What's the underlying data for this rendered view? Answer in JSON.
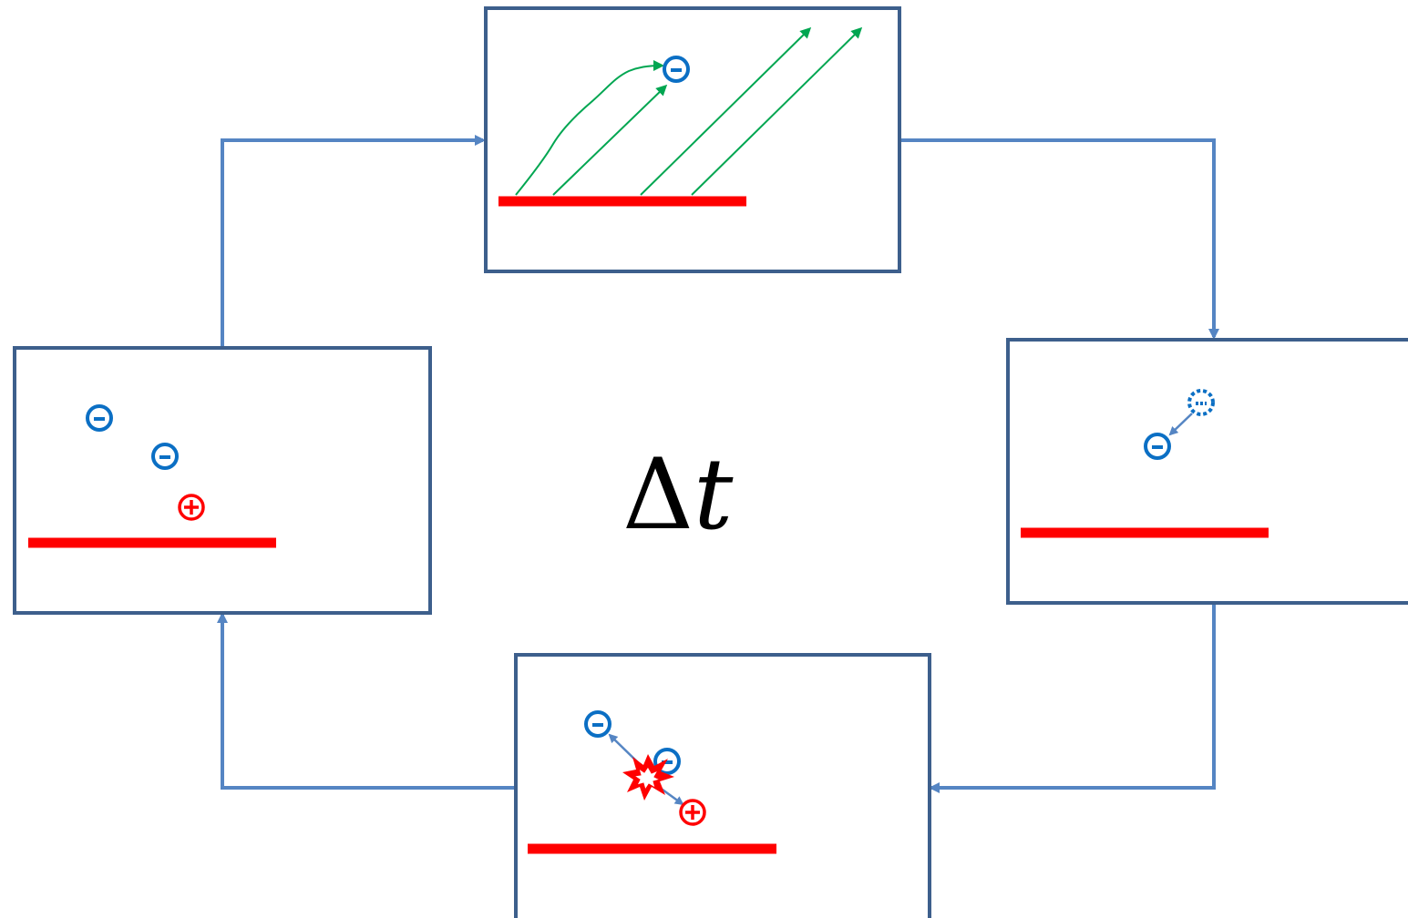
{
  "center_label": {
    "delta": "Δ",
    "variable": "t"
  },
  "colors": {
    "panel_border": "#3d5f8c",
    "connector": "#5585c3",
    "cathode": "#ff0000",
    "electron": "#0b6fc4",
    "ion": "#ff0000",
    "trajectory": "#00a651",
    "spark": "#ff0000"
  },
  "panels": [
    {
      "id": "emission",
      "content": [
        "cathode",
        "electron",
        "emission-trajectories"
      ]
    },
    {
      "id": "collision",
      "content": [
        "cathode",
        "electron",
        "virtual-electron"
      ]
    },
    {
      "id": "ionization",
      "content": [
        "cathode",
        "electron",
        "electron",
        "ion",
        "spark"
      ]
    },
    {
      "id": "accumulation",
      "content": [
        "cathode",
        "electron",
        "electron",
        "ion"
      ]
    }
  ],
  "cycle_order": [
    "emission",
    "collision",
    "ionization",
    "accumulation"
  ]
}
